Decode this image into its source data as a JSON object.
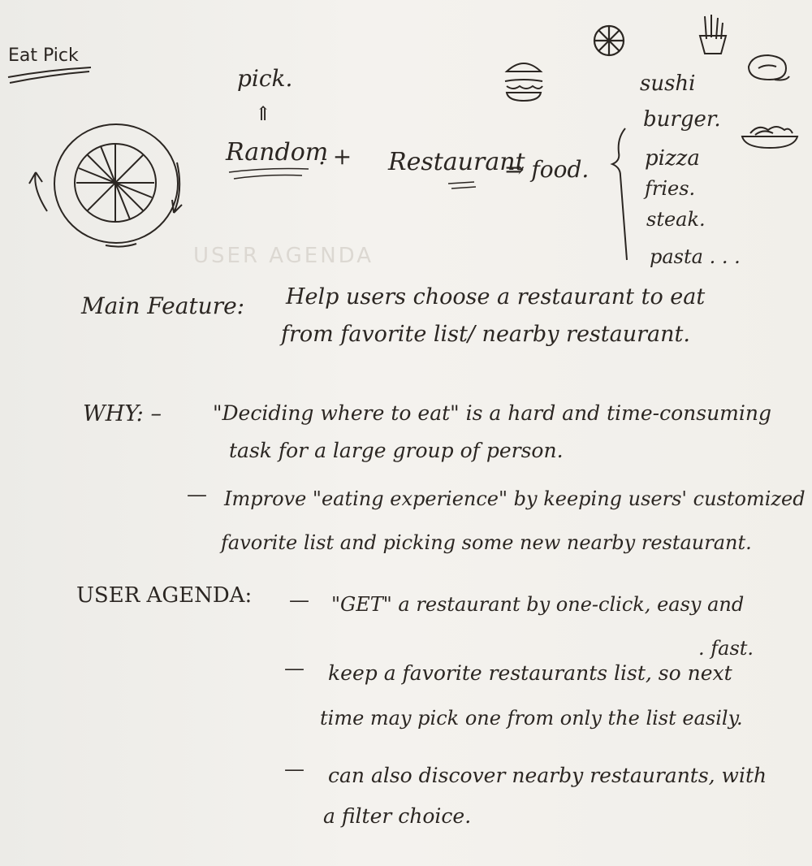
{
  "title": "Eat Pick",
  "sketch": {
    "pick": "pick.",
    "arrow_up": "⇑",
    "random": "Random",
    "plus": ". +",
    "restaurant": "Restaurant",
    "arrow_right": "⇒ food."
  },
  "food_list": [
    "sushi",
    "burger.",
    "pizza",
    "fries.",
    "steak.",
    "pasta . . ."
  ],
  "bleed_text": "USER AGENDA",
  "main_feature": {
    "label": "Main Feature:",
    "line1": "Help users choose a restaurant to eat",
    "line2": "from favorite list/ nearby restaurant."
  },
  "why": {
    "label": "WHY: –",
    "point1_line1": "\"Deciding where to eat\" is a hard and time-consuming",
    "point1_line2": "task for a large group of person.",
    "dash2": "—",
    "point2_line1": "Improve \"eating experience\" by keeping users' customized",
    "point2_line2": "favorite list and picking some new nearby restaurant."
  },
  "user_agenda": {
    "label": "USER AGENDA:",
    "dash1": "—",
    "item1_line1": "\"GET\" a restaurant by one-click, easy and",
    "item1_line2": ". fast.",
    "dash2": "—",
    "item2_line1": "keep a favorite restaurants list, so next",
    "item2_line2": "time may pick one from only the list easily.",
    "dash3": "—",
    "item3_line1": "can also discover nearby restaurants, with",
    "item3_line2": "a filter choice."
  },
  "icons": [
    "burger-icon",
    "pizza-icon",
    "fries-icon",
    "steak-icon",
    "pasta-icon",
    "spinning-wheel-icon"
  ],
  "colors": {
    "paper": "#f2f0ec",
    "ink": "#2b2622"
  }
}
